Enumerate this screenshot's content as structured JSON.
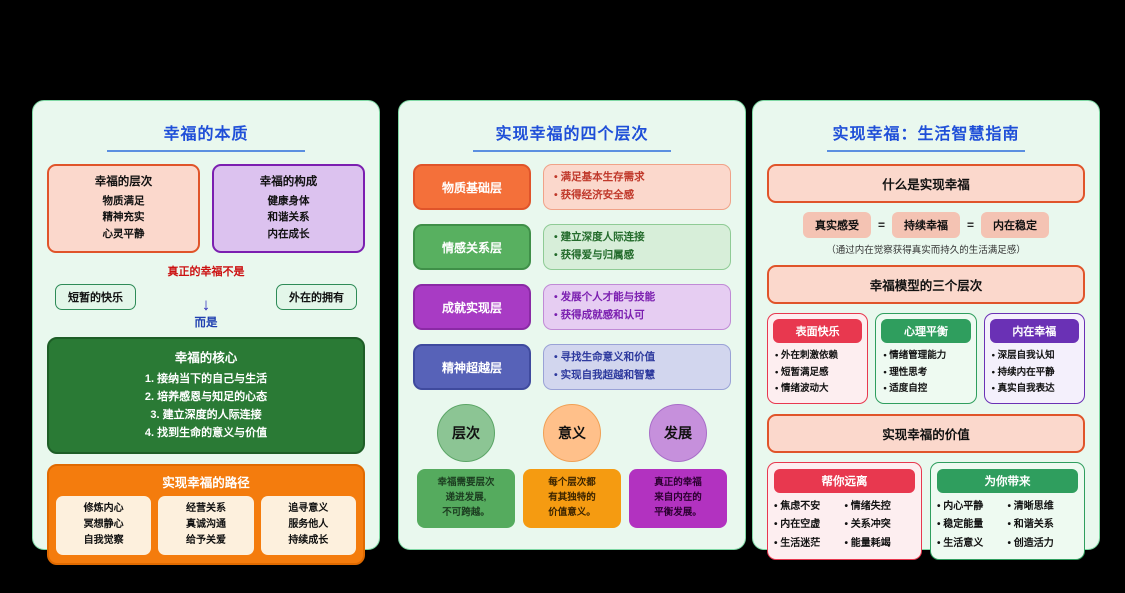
{
  "colors": {
    "page_background": "#000000",
    "panel_background": "#e9f8ee",
    "panel_border": "#7fd8a4",
    "title_blue": "#1f4fd8",
    "rule_blue": "#5b8fe0",
    "orange": "#f47c0d",
    "core_green": "#2a7a35",
    "red_alert": "#cc1111"
  },
  "panel1": {
    "title": "幸福的本质",
    "cards": [
      {
        "heading": "幸福的层次",
        "items": [
          "物质满足",
          "精神充实",
          "心灵平静"
        ],
        "fill": "#fbd8cc",
        "border": "#e0542a"
      },
      {
        "heading": "幸福的构成",
        "items": [
          "健康身体",
          "和谐关系",
          "内在成长"
        ],
        "fill": "#dcc2ef",
        "border": "#7b1fb0"
      }
    ],
    "not_label": "真正的幸福不是",
    "negatives": [
      "短暂的快乐",
      "外在的拥有"
    ],
    "arrow_glyph": "↓",
    "but_label": "而是",
    "core": {
      "heading": "幸福的核心",
      "items": [
        "1. 接纳当下的自己与生活",
        "2. 培养感恩与知足的心态",
        "3. 建立深度的人际连接",
        "4. 找到生命的意义与价值"
      ]
    },
    "path": {
      "heading": "实现幸福的路径",
      "boxes": [
        [
          "修炼内心",
          "冥想静心",
          "自我觉察"
        ],
        [
          "经营关系",
          "真诚沟通",
          "给予关爱"
        ],
        [
          "追寻意义",
          "服务他人",
          "持续成长"
        ]
      ]
    }
  },
  "panel2": {
    "title": "实现幸福的四个层次",
    "layers": [
      {
        "tag": "物质基础层",
        "tag_fill": "#f4703a",
        "tag_border": "#e0542a",
        "desc_fill": "#fbd8cc",
        "desc_border": "#f0a288",
        "desc_color": "#c0392b",
        "items": [
          "• 满足基本生存需求",
          "• 获得经济安全感"
        ]
      },
      {
        "tag": "情感关系层",
        "tag_fill": "#58b060",
        "tag_border": "#3f8f48",
        "desc_fill": "#d7eed9",
        "desc_border": "#8fcb95",
        "desc_color": "#236b2b",
        "items": [
          "• 建立深度人际连接",
          "• 获得爱与归属感"
        ]
      },
      {
        "tag": "成就实现层",
        "tag_fill": "#a83bc4",
        "tag_border": "#8a2aa5",
        "desc_fill": "#e6cdf2",
        "desc_border": "#c08ad6",
        "desc_color": "#7b1fb0",
        "items": [
          "• 发展个人才能与技能",
          "• 获得成就感和认可"
        ]
      },
      {
        "tag": "精神超越层",
        "tag_fill": "#5762b8",
        "tag_border": "#3f4a9e",
        "desc_fill": "#d2d6ee",
        "desc_border": "#9aa2d6",
        "desc_color": "#2e3a9e",
        "items": [
          "• 寻找生命意义和价值",
          "• 实现自我超越和智慧"
        ]
      }
    ],
    "circles": [
      {
        "label": "层次",
        "circle_fill": "#8cc594",
        "circle_border": "#5ba566",
        "note": "幸福需要层次<br>递进发展,<br>不可跨越。",
        "note_fill": "#55ab5e",
        "note_color": "#1b3b1f",
        "note_lines": [
          "幸福需要层次",
          "递进发展,",
          "不可跨越。"
        ]
      },
      {
        "label": "意义",
        "circle_fill": "#ffc08a",
        "circle_border": "#f0a055",
        "note_fill": "#f59b11",
        "note_color": "#3b2400",
        "note_lines": [
          "每个层次都",
          "有其独特的",
          "价值意义。"
        ]
      },
      {
        "label": "发展",
        "circle_fill": "#c690dc",
        "circle_border": "#a86ec8",
        "note_fill": "#b232c0",
        "note_color": "#2b0030",
        "note_lines": [
          "真正的幸福",
          "来自内在的",
          "平衡发展。"
        ]
      }
    ]
  },
  "panel3": {
    "title": "实现幸福：生活智慧指南",
    "banner1": "什么是实现幸福",
    "equation": {
      "terms": [
        "真实感受",
        "持续幸福",
        "内在稳定"
      ],
      "sign": "=",
      "note": "（通过内在觉察获得真实而持久的生活满足感）"
    },
    "banner2": "幸福模型的三个层次",
    "tri_cards": [
      {
        "heading": "表面快乐",
        "head_fill": "#e8384f",
        "card_fill": "#fdeef0",
        "card_border": "#e8384f",
        "items": [
          "• 外在刺激依赖",
          "• 短暂满足感",
          "• 情绪波动大"
        ]
      },
      {
        "heading": "心理平衡",
        "head_fill": "#2f9e5e",
        "card_fill": "#eefaf1",
        "card_border": "#2f9e5e",
        "items": [
          "• 情绪管理能力",
          "• 理性思考",
          "• 适度自控"
        ]
      },
      {
        "heading": "内在幸福",
        "head_fill": "#6a31b5",
        "card_fill": "#f4f0fc",
        "card_border": "#6a31b5",
        "items": [
          "• 深层自我认知",
          "• 持续内在平静",
          "• 真实自我表达"
        ]
      }
    ],
    "banner3": "实现幸福的价值",
    "duo_cards": [
      {
        "heading": "帮你远离",
        "head_fill": "#e8384f",
        "card_fill": "#fdeef0",
        "card_border": "#e8384f",
        "col_a": [
          "• 焦虑不安",
          "• 内在空虚",
          "• 生活迷茫"
        ],
        "col_b": [
          "• 情绪失控",
          "• 关系冲突",
          "• 能量耗竭"
        ]
      },
      {
        "heading": "为你带来",
        "head_fill": "#2f9e5e",
        "card_fill": "#eefaf1",
        "card_border": "#2f9e5e",
        "col_a": [
          "• 内心平静",
          "• 稳定能量",
          "• 生活意义"
        ],
        "col_b": [
          "• 清晰思维",
          "• 和谐关系",
          "• 创造活力"
        ]
      }
    ]
  }
}
